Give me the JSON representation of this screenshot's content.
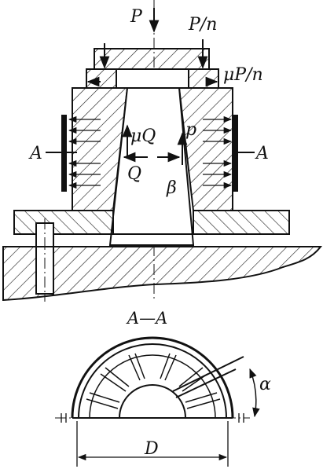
{
  "labels": {
    "force_P": "P",
    "force_P_over_n": "P/n",
    "friction_muP_over_n": "μP/n",
    "section_left": "A",
    "section_right": "A",
    "friction_muQ": "μQ",
    "pressure_p": "p",
    "force_Q": "Q",
    "angle_beta": "β",
    "section_title": "A—A",
    "angle_alpha": "α",
    "diameter_D": "D"
  },
  "colors": {
    "ink": "#111111",
    "background": "#ffffff"
  }
}
